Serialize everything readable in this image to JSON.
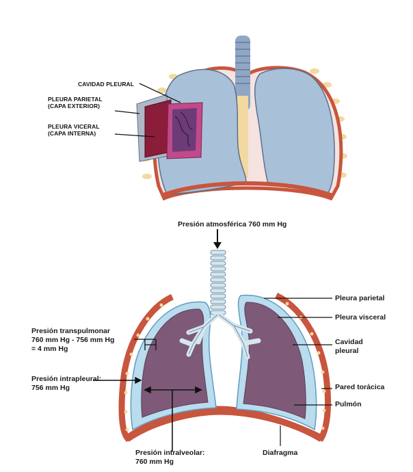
{
  "top_figure": {
    "labels": {
      "cavity": "CAVIDAD PLEURAL",
      "parietal": "PLEURA PARIETAL\n(CAPA EXTERIOR)",
      "visceral": "PLEURA VICERAL\n(CAPA INTERNA)"
    }
  },
  "bottom_figure": {
    "labels": {
      "atmospheric": "Presión atmosférica  760 mm Hg",
      "transpulmonary": "Presión transpulmonar\n760 mm Hg - 756 mm Hg\n= 4 mm Hg",
      "intrapleural": "Presión intrapleural:\n756 mm Hg",
      "intralveolar": "Presión intralveolar:\n760 mm Hg",
      "diaphragm": "Diafragma",
      "parietal": "Pleura parietal",
      "visceral": "Pleura visceral",
      "cavity": "Cavidad\npleural",
      "wall": "Pared torácica",
      "lung": "Pulmón"
    }
  },
  "colors": {
    "wall": "#c8553d",
    "lung_blue": "#a9c1d8",
    "pleura_blue": "#b9dcee",
    "lung_purple": "#7e5a78",
    "cartilage": "#f2d9a0"
  }
}
